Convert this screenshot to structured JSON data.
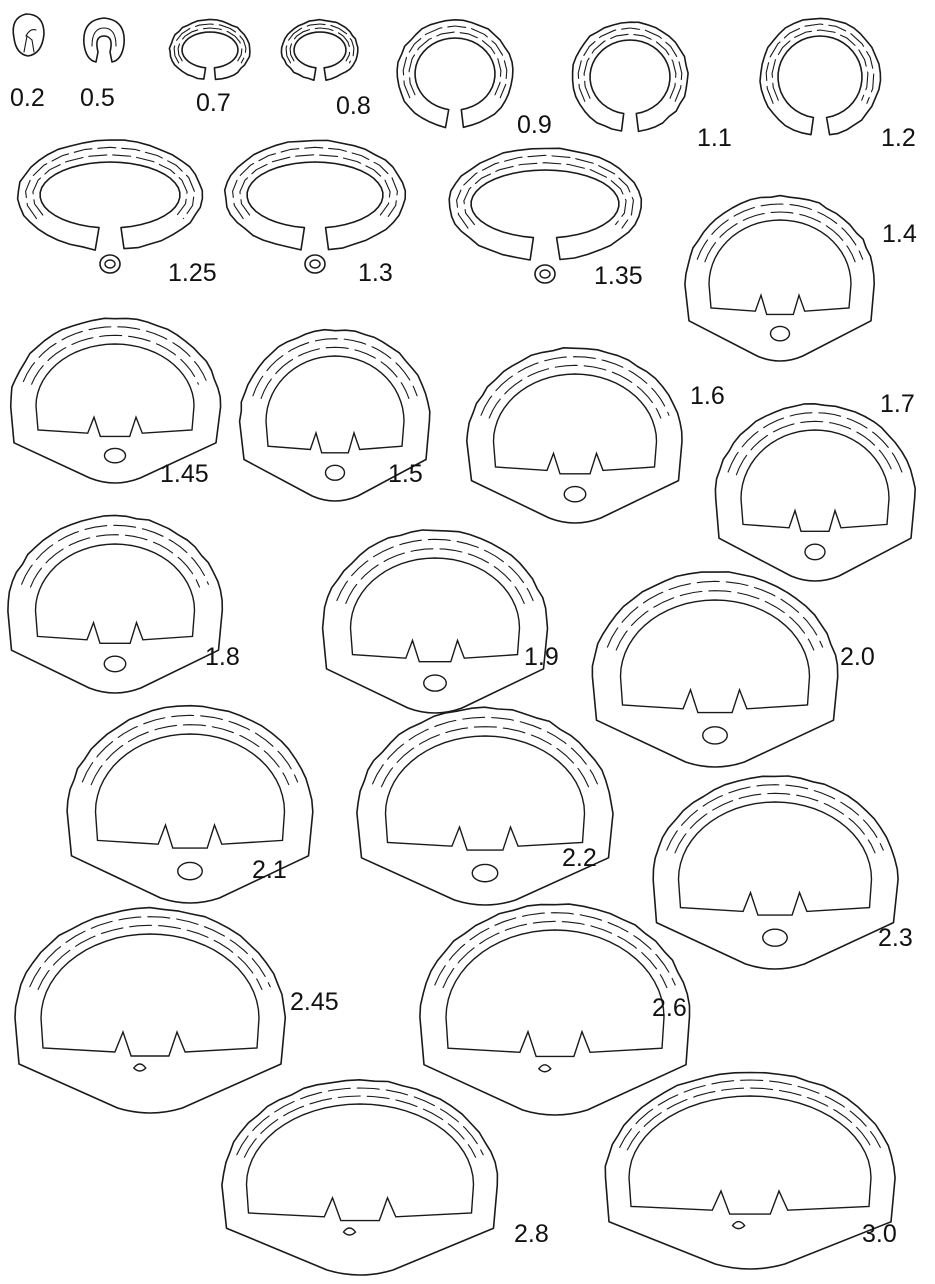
{
  "plate": {
    "stages": [
      {
        "label": "0.2",
        "kind": "bud"
      },
      {
        "label": "0.5",
        "kind": "ring"
      },
      {
        "label": "0.7",
        "kind": "arch"
      },
      {
        "label": "0.8",
        "kind": "arch"
      },
      {
        "label": "0.9",
        "kind": "arch"
      },
      {
        "label": "1.1",
        "kind": "arch"
      },
      {
        "label": "1.2",
        "kind": "arch"
      },
      {
        "label": "1.25",
        "kind": "arch-centrum"
      },
      {
        "label": "1.3",
        "kind": "arch-centrum"
      },
      {
        "label": "1.35",
        "kind": "arch-centrum"
      },
      {
        "label": "1.4",
        "kind": "dome-base"
      },
      {
        "label": "1.45",
        "kind": "dome-base"
      },
      {
        "label": "1.5",
        "kind": "dome-base"
      },
      {
        "label": "1.6",
        "kind": "dome-base"
      },
      {
        "label": "1.7",
        "kind": "dome-base"
      },
      {
        "label": "1.8",
        "kind": "dome-base"
      },
      {
        "label": "1.9",
        "kind": "dome-base"
      },
      {
        "label": "2.0",
        "kind": "dome-base"
      },
      {
        "label": "2.1",
        "kind": "dome-base"
      },
      {
        "label": "2.2",
        "kind": "dome-base"
      },
      {
        "label": "2.3",
        "kind": "dome-base"
      },
      {
        "label": "2.45",
        "kind": "dome-open"
      },
      {
        "label": "2.6",
        "kind": "dome-open"
      },
      {
        "label": "2.8",
        "kind": "dome-open"
      },
      {
        "label": "3.0",
        "kind": "dome-open"
      }
    ]
  }
}
